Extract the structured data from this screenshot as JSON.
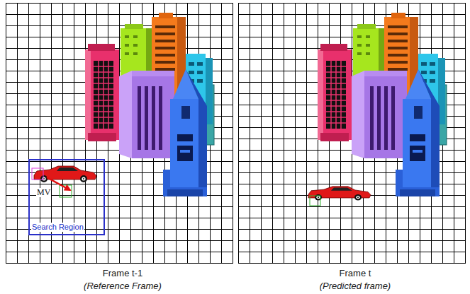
{
  "diagram": {
    "nodes": [
      {
        "text": [
          "Frame t-1",
          "(Reference Frame)"
        ]
      },
      {
        "text": [
          "Search Region"
        ],
        "in": 0
      },
      {
        "text": [
          "Frame t",
          "(Predicted frame)"
        ]
      }
    ],
    "labels": [
      "MV"
    ]
  }
}
